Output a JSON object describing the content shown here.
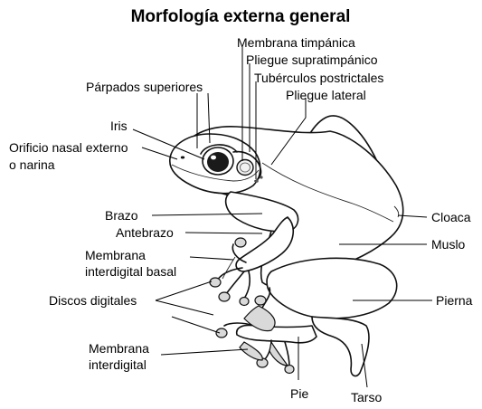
{
  "title": "Morfología externa general",
  "labels": {
    "membrana_timpanica": "Membrana timpánica",
    "pliegue_supratimpanico": "Pliegue supratimpánico",
    "tuberculos_postrictales": "Tubérculos postrictales",
    "pliegue_lateral": "Pliegue lateral",
    "parpados_superiores": "Párpados superiores",
    "iris": "Iris",
    "orificio_nasal_1": "Orificio nasal externo",
    "orificio_nasal_2": "o narina",
    "brazo": "Brazo",
    "antebrazo": "Antebrazo",
    "membrana_basal_1": "Membrana",
    "membrana_basal_2": "interdigital basal",
    "discos_digitales": "Discos digitales",
    "membrana_inter_1": "Membrana",
    "membrana_inter_2": "interdigital",
    "pie": "Pie",
    "tarso": "Tarso",
    "cloaca": "Cloaca",
    "muslo": "Muslo",
    "pierna": "Pierna"
  }
}
